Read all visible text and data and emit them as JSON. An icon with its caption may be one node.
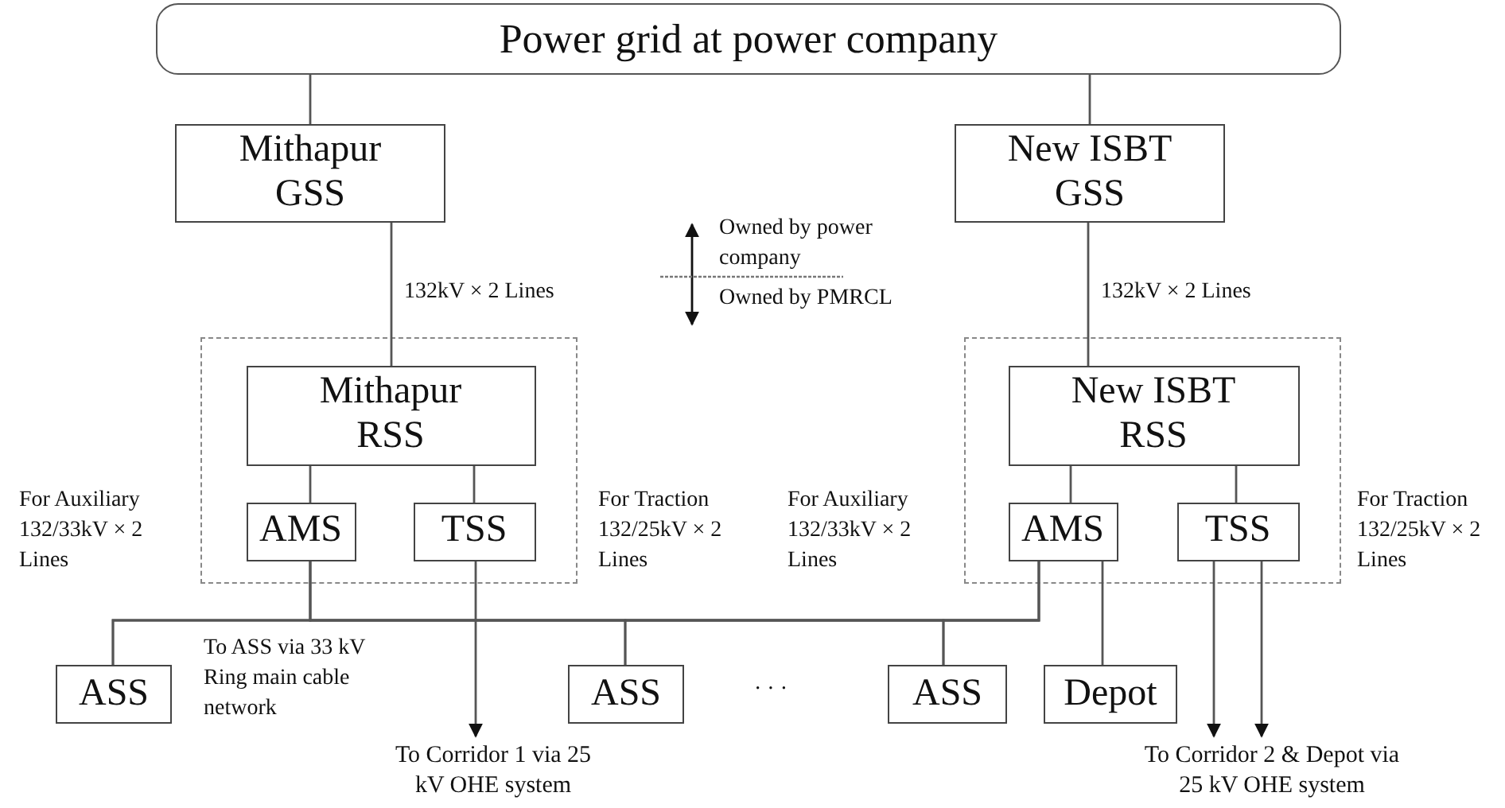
{
  "diagram": {
    "nodes": [
      {
        "text": [
          "Power grid at power company"
        ]
      },
      {
        "text": [
          "Mithapur GSS"
        ]
      },
      {
        "text": [
          "New ISBT GSS"
        ]
      },
      {
        "text": [],
        "shape": "box"
      },
      {
        "text": [
          "Mithapur RSS"
        ],
        "in": 3
      },
      {
        "text": [
          "AMS"
        ],
        "in": 3
      },
      {
        "text": [
          "TSS"
        ],
        "in": 3
      },
      {
        "text": [],
        "shape": "box"
      },
      {
        "text": [
          "New ISBT RSS"
        ],
        "in": 7
      },
      {
        "text": [
          "AMS"
        ],
        "in": 7
      },
      {
        "text": [
          "TSS"
        ],
        "in": 7
      },
      {
        "text": [
          "ASS"
        ]
      },
      {
        "text": [
          "ASS"
        ]
      },
      {
        "text": [
          "ASS"
        ]
      },
      {
        "text": [
          "Depot"
        ]
      },
      {
        "text": [
          "To Corridor 1 via 25 kV OHE system"
        ]
      },
      {
        "text": [
          "To Corridor 2 & Depot via 25 kV OHE system"
        ]
      }
    ],
    "edges": [
      {
        "from": 0,
        "to": 1,
        "arrow": "none"
      },
      {
        "from": 0,
        "to": 2,
        "arrow": "none"
      },
      {
        "from": 1,
        "to": 4,
        "arrow": "none",
        "label": "132kV × 2 Lines"
      },
      {
        "from": 2,
        "to": 8,
        "arrow": "none",
        "label": "132kV × 2 Lines"
      },
      {
        "from": 4,
        "to": 5,
        "arrow": "none"
      },
      {
        "from": 4,
        "to": 6,
        "arrow": "none"
      },
      {
        "from": 8,
        "to": 9,
        "arrow": "none"
      },
      {
        "from": 8,
        "to": 10,
        "arrow": "none"
      },
      {
        "from": 5,
        "to": 11,
        "arrow": "none"
      },
      {
        "from": 5,
        "to": 12,
        "arrow": "none"
      },
      {
        "from": 5,
        "to": 13,
        "arrow": "none"
      },
      {
        "from": 9,
        "to": 11,
        "arrow": "none"
      },
      {
        "from": 9,
        "to": 12,
        "arrow": "none"
      },
      {
        "from": 9,
        "to": 13,
        "arrow": "none"
      },
      {
        "from": 9,
        "to": 14,
        "arrow": "none"
      },
      {
        "from": 6,
        "to": 15,
        "arrow": "to"
      },
      {
        "from": 10,
        "to": 16,
        "arrow": "to"
      },
      {
        "from": 10,
        "to": 16,
        "arrow": "to"
      }
    ],
    "labels": [
      "Owned by power company",
      "Owned by PMRCL",
      "For Auxiliary 132/33kV × 2 Lines",
      "For Traction 132/25kV × 2 Lines",
      "For Auxiliary 132/33kV × 2 Lines",
      "For Traction 132/25kV × 2 Lines",
      "To ASS via 33 kV Ring main cable network",
      "· · ·"
    ]
  }
}
